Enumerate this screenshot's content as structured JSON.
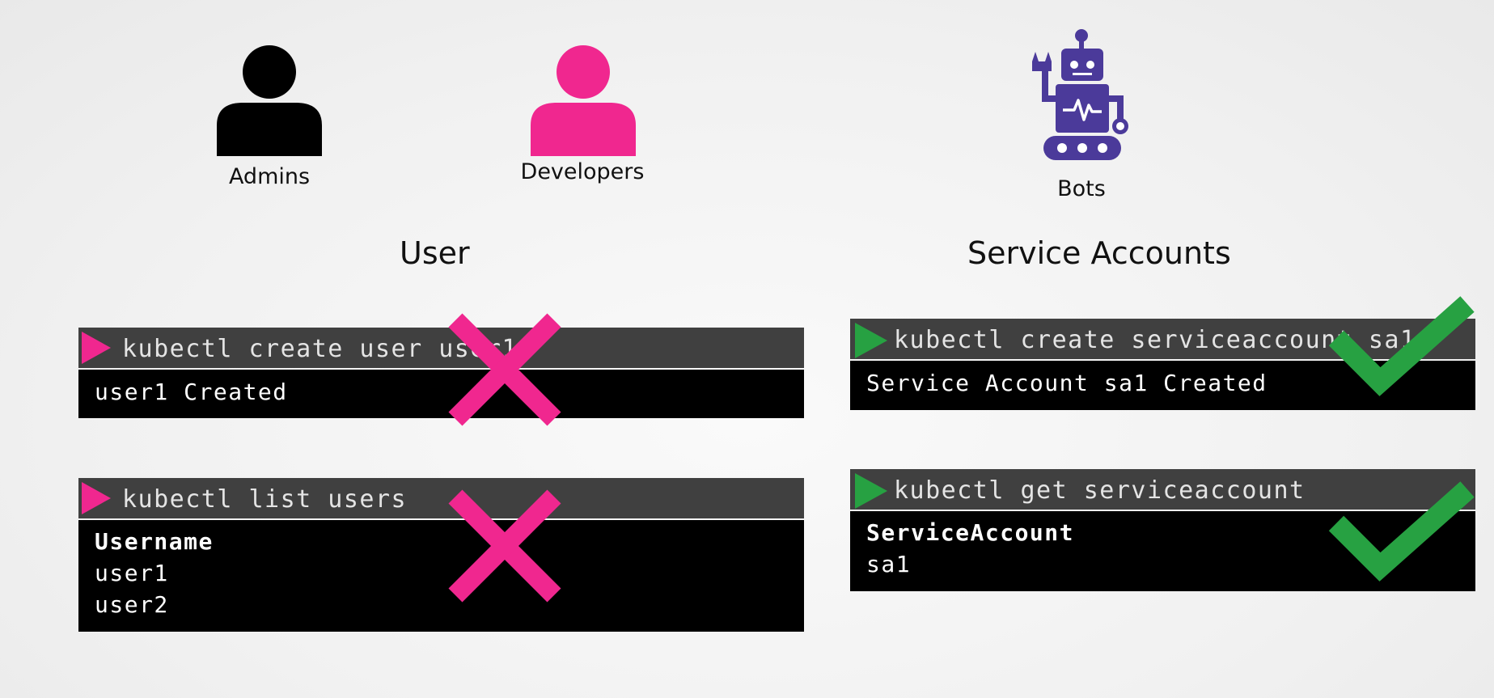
{
  "actors": {
    "admins": {
      "label": "Admins",
      "icon": "person-icon",
      "color": "#000000"
    },
    "developers": {
      "label": "Developers",
      "icon": "person-icon",
      "color": "#f0278f"
    },
    "bots": {
      "label": "Bots",
      "icon": "robot-icon",
      "color": "#4b3a9a"
    }
  },
  "sections": {
    "user": {
      "title": "User"
    },
    "service_accounts": {
      "title": "Service Accounts"
    }
  },
  "terminals": {
    "create_user": {
      "command": "kubectl create user user1",
      "output": [
        "user1 Created"
      ],
      "status": "not-supported",
      "mark_icon": "cross-icon"
    },
    "list_users": {
      "command": "kubectl list users",
      "header": "Username",
      "output": [
        "user1",
        "user2"
      ],
      "status": "not-supported",
      "mark_icon": "cross-icon"
    },
    "create_sa": {
      "command": "kubectl create serviceaccount sa1",
      "output": [
        "Service Account sa1 Created"
      ],
      "status": "supported",
      "mark_icon": "checkmark-icon"
    },
    "get_sa": {
      "command": "kubectl get serviceaccount",
      "header": "ServiceAccount",
      "output": [
        "sa1"
      ],
      "status": "supported",
      "mark_icon": "checkmark-icon"
    }
  },
  "colors": {
    "cross": "#f0278f",
    "check": "#27a142",
    "play_user": "#f0278f",
    "play_sa": "#27a142",
    "terminal_bar": "#404040",
    "terminal_body": "#000000"
  }
}
